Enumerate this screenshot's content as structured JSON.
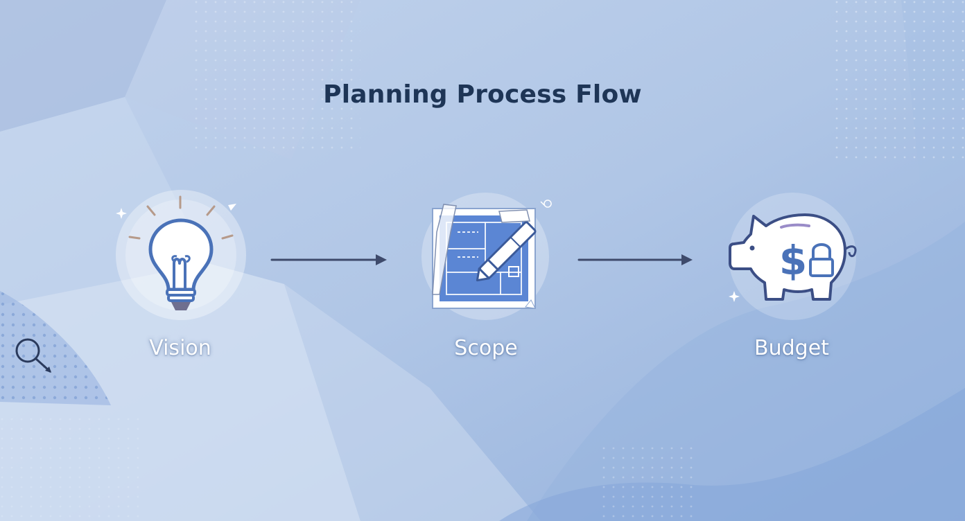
{
  "title": "Planning Process Flow",
  "steps": [
    {
      "label": "Vision",
      "icon": "lightbulb-icon"
    },
    {
      "label": "Scope",
      "icon": "blueprint-icon"
    },
    {
      "label": "Budget",
      "icon": "piggy-bank-icon"
    }
  ],
  "colors": {
    "background": "#b3c8e6",
    "title": "#1e3556",
    "icon_stroke": "#4a6fb0",
    "arrow": "#3e4a6b",
    "label": "#ffffff"
  }
}
